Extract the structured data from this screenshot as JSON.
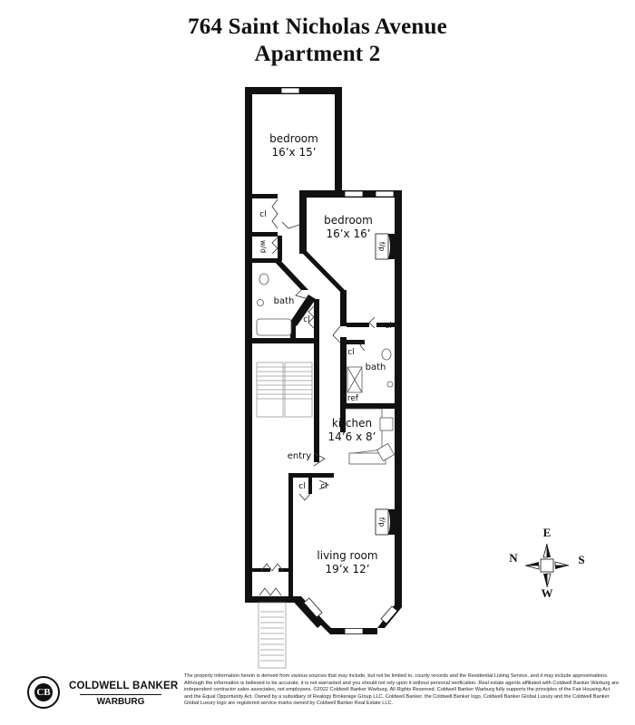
{
  "header": {
    "address": "764 Saint Nicholas Avenue",
    "unit": "Apartment 2"
  },
  "rooms": [
    {
      "id": "bedroom-1",
      "name": "bedroom",
      "dimensions": "16’x 15’"
    },
    {
      "id": "bedroom-2",
      "name": "bedroom",
      "dimensions": "16’x 16’"
    },
    {
      "id": "bath-1",
      "name": "bath",
      "dimensions": ""
    },
    {
      "id": "bath-2",
      "name": "bath",
      "dimensions": ""
    },
    {
      "id": "kitchen",
      "name": "kitchen",
      "dimensions": "14’6 x 8’"
    },
    {
      "id": "entry",
      "name": "entry",
      "dimensions": ""
    },
    {
      "id": "living-room",
      "name": "living room",
      "dimensions": "19’x 12’"
    }
  ],
  "fixtures": {
    "closet": "cl",
    "washer_dryer": "w/d",
    "fireplace": "f/p",
    "refrigerator": "ref"
  },
  "compass": {
    "top": "E",
    "left": "N",
    "right": "S",
    "bottom": "W"
  },
  "branding": {
    "name": "COLDWELL BANKER",
    "sub": "WARBURG",
    "mark": "CB"
  },
  "disclaimer": "The property information herein is derived from various sources that may include, but not be limited to, county records and the Residential Listing Service, and it may include approximations. Although the information is believed to be accurate, it is not warranted and you should not rely upon it without personal verification. Real estate agents affiliated with Coldwell Banker Warburg are independent contractor sales associates, not employees. ©2022 Coldwell Banker Warburg. All Rights Reserved. Coldwell Banker Warburg fully supports the principles of the Fair Housing Act and the Equal Opportunity Act. Owned by a subsidiary of Realogy Brokerage Group LLC. Coldwell Banker, the Coldwell Banker logo, Coldwell Banker Global Luxury and the Coldwell Banker Global Luxury logo are registered service marks owned by Coldwell Banker Real Estate LLC."
}
